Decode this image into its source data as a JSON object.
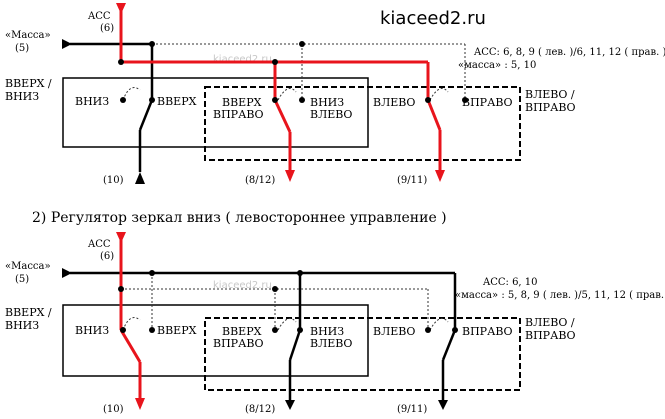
{
  "watermark": "kiaceed2.ru",
  "watermark_small": "kiaceed2.ru",
  "colors": {
    "live": "#e8141c",
    "wire": "#000000",
    "dotted": "#333333",
    "background": "#ffffff"
  },
  "diagram1": {
    "acc_label": "ACC",
    "acc_pin": "(6)",
    "massa_label": "«Масса»",
    "massa_pin": "(5)",
    "up_down_label_1": "ВВЕРХ /",
    "up_down_label_2": "ВНИЗ",
    "switch1_down": "ВНИЗ",
    "switch1_up": "ВВЕРХ",
    "switch2_up_right_1": "ВВЕРХ",
    "switch2_up_right_2": "ВПРАВО",
    "switch2_down_left_1": "ВНИЗ",
    "switch2_down_left_2": "ВЛЕВО",
    "switch3_left": "ВЛЕВО",
    "switch3_right": "ВПРАВО",
    "left_right_label_1": "ВЛЕВО /",
    "left_right_label_2": "ВПРАВО",
    "pin_bottom_1": "(10)",
    "pin_bottom_2": "(8/12)",
    "pin_bottom_3": "(9/11)",
    "info_line1": "ACC: 6, 8, 9 ( лев. )/6, 11, 12 ( прав. )",
    "info_line2": "«масса» : 5, 10"
  },
  "caption": "2) Регулятор зеркал вниз ( левостороннее управление )",
  "diagram2": {
    "acc_label": "ACC",
    "acc_pin": "(6)",
    "massa_label": "«Масса»",
    "massa_pin": "(5)",
    "up_down_label_1": "ВВЕРХ /",
    "up_down_label_2": "ВНИЗ",
    "switch1_down": "ВНИЗ",
    "switch1_up": "ВВЕРХ",
    "switch2_up_right_1": "ВВЕРХ",
    "switch2_up_right_2": "ВПРАВО",
    "switch2_down_left_1": "ВНИЗ",
    "switch2_down_left_2": "ВЛЕВО",
    "switch3_left": "ВЛЕВО",
    "switch3_right": "ВПРАВО",
    "left_right_label_1": "ВЛЕВО /",
    "left_right_label_2": "ВПРАВО",
    "pin_bottom_1": "(10)",
    "pin_bottom_2": "(8/12)",
    "pin_bottom_3": "(9/11)",
    "info_line1": "ACC: 6, 10",
    "info_line2": "«масса» : 5, 8, 9 ( лев. )/5, 11, 12 ( прав. )"
  }
}
